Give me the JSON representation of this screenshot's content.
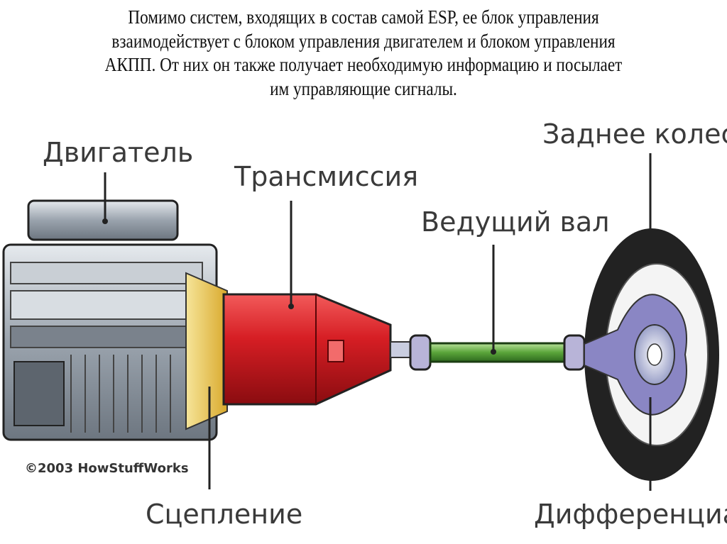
{
  "caption": {
    "lines": [
      "Помимо систем, входящих в состав самой ESP, ее блок управления",
      "взаимодействует с блоком управления двигателем и блоком управления",
      "АКПП. От них он также получает необходимую информацию и посылает",
      "им управляющие сигналы."
    ]
  },
  "diagram": {
    "labels": {
      "engine": "Двигатель",
      "transmission": "Трансмиссия",
      "drive_shaft": "Ведущий вал",
      "rear_wheel": "Заднее колесо",
      "clutch": "Сцепление",
      "differential": "Дифференциал"
    },
    "copyright": "©2003 HowStuffWorks",
    "colors": {
      "transmission": "#c8151b",
      "shaft": "#5aa53a",
      "housing": "#e8c44a",
      "engine": "#9aa3ad"
    }
  }
}
